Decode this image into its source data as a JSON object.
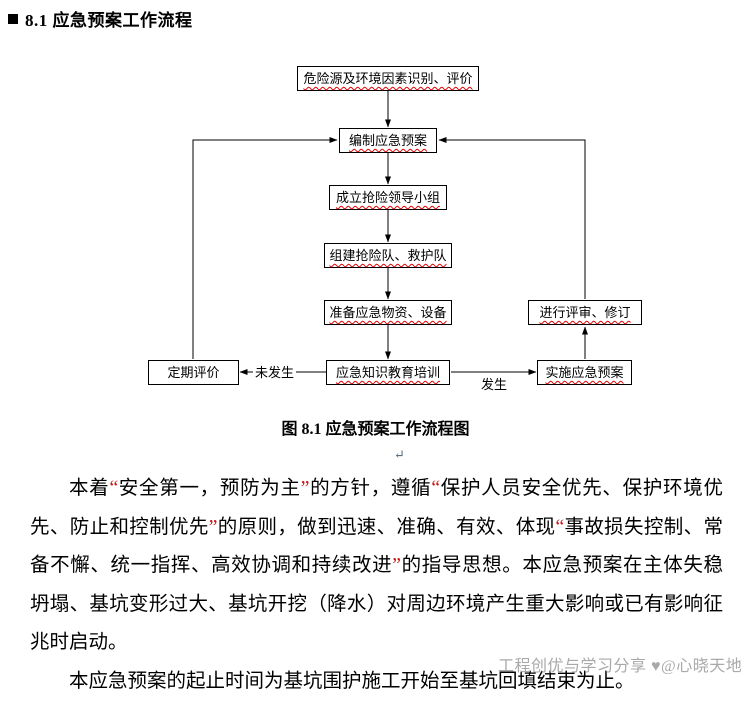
{
  "heading": {
    "text": "8.1 应急预案工作流程"
  },
  "caption": "图 8.1 应急预案工作流程图",
  "paragraph_mark": "↵",
  "watermark": "工程创优与学习分享 ♥@心晓天地",
  "flowchart": {
    "nodes": [
      {
        "label": "危险源及环境因素识别、评价",
        "squiggle": true
      },
      {
        "label": "编制应急预案",
        "squiggle": true
      },
      {
        "label": "成立抢险领导小组",
        "squiggle": true
      },
      {
        "label": "组建抢险队、救护队",
        "squiggle": true
      },
      {
        "label": "准备应急物资、设备",
        "squiggle": true
      },
      {
        "label": "应急知识教育培训",
        "squiggle": true
      },
      {
        "label": "定期评价",
        "squiggle": false
      },
      {
        "label": "实施应急预案",
        "squiggle": true
      },
      {
        "label": "进行评审、修订",
        "squiggle": true
      }
    ],
    "edge_labels": {
      "not_occurred": "未发生",
      "occurred": "发生"
    }
  },
  "body": {
    "lines": [
      {
        "indent": true,
        "justify": true,
        "segments": [
          {
            "t": "本着"
          },
          {
            "t": "“",
            "red": true
          },
          {
            "t": "安全第一，预防为主"
          },
          {
            "t": "”",
            "red": true
          },
          {
            "t": "的方针，遵循"
          },
          {
            "t": "“",
            "red": true
          },
          {
            "t": "保护人员安全优先、保护环境优"
          }
        ]
      },
      {
        "indent": false,
        "justify": true,
        "segments": [
          {
            "t": "先、防止和控制优先"
          },
          {
            "t": "”",
            "red": true
          },
          {
            "t": "的原则，做到迅速、准确、有效、体现"
          },
          {
            "t": "“",
            "red": true
          },
          {
            "t": "事故损失控制、常"
          }
        ]
      },
      {
        "indent": false,
        "justify": true,
        "segments": [
          {
            "t": "备不懈、统一指挥、高效协调和持续改进"
          },
          {
            "t": "”",
            "red": true
          },
          {
            "t": "的指导思想。本应急预案在主体失稳"
          }
        ]
      },
      {
        "indent": false,
        "justify": true,
        "segments": [
          {
            "t": "坍塌、基坑变形过大、基坑开挖（降水）对周边环境产生重大影响或已有影响征"
          }
        ]
      },
      {
        "indent": false,
        "justify": false,
        "segments": [
          {
            "t": "兆时启动。"
          }
        ]
      },
      {
        "indent": true,
        "justify": false,
        "segments": [
          {
            "t": "本应急预案的起止时间为基坑围护施工开始至基坑回填结束为止。"
          }
        ]
      }
    ]
  }
}
